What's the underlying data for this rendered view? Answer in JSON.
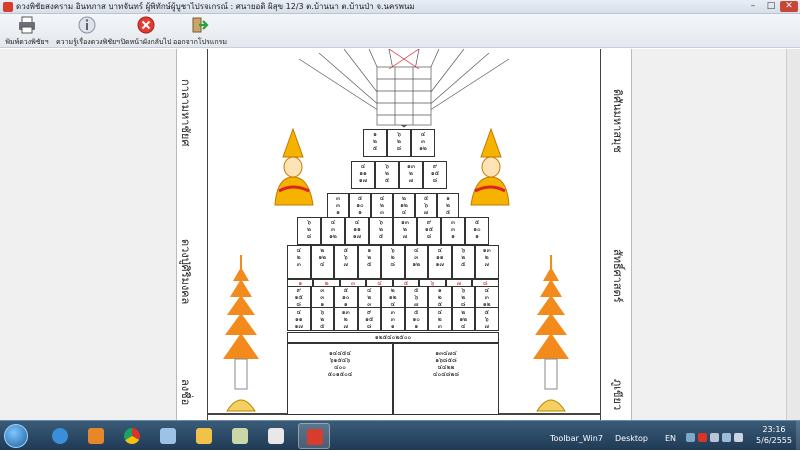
{
  "window": {
    "title": "ดวงพิชัยสงคราม อินทภาส บาทจันทร์ ผู้พิทักษ์ผู้บูชาไปรจเกรณ์ : ศนายอดิ ผิสุข     12/3 ต.บ้านนา ต.บ้านป่า จ.นครพนม",
    "min_glyph": "–",
    "max_glyph": "□",
    "close_glyph": "✕"
  },
  "toolbar": {
    "print_label": "พิมพ์ดวงพิชัยฯ",
    "info_label": "ความรู้เรื่องดวงพิชัยฯ",
    "clear_label": "ปิดหน้าผังกลับไป",
    "exit_label": "ออกจากโปรแกรม"
  },
  "document": {
    "left_top_text": "กาลามหาชัยศ",
    "left_bottom_text": "ดวงปู่ศิริมงคล",
    "right_top_text": "ดิศันมหาสมุช",
    "right_bottom_text": "สัทธิ์ศาสตร์",
    "bottom_left_text": "ลงชื่อ",
    "bottom_right_text": "ภูเขียว",
    "bottom_row_header": "๑๒๕๔๐๒๕๐๐",
    "grid": [
      {
        "lines": [
          "๑",
          "๒",
          "๕"
        ]
      },
      {
        "lines": [
          "๖",
          "๒",
          "๘"
        ]
      },
      {
        "lines": [
          "๔",
          "๓",
          "๑๒"
        ]
      },
      {
        "lines": [
          "๔",
          "๑๑",
          "๑๗"
        ]
      },
      {
        "lines": [
          "๖",
          "๒",
          "๕"
        ]
      },
      {
        "lines": [
          "๑๓",
          "๒",
          "๗"
        ]
      },
      {
        "lines": [
          "๙",
          "๑๕",
          "๘"
        ]
      },
      {
        "lines": [
          "๓",
          "๓",
          "๑"
        ]
      },
      {
        "lines": [
          "๕",
          "๑๐",
          "๑"
        ]
      },
      {
        "lines": [
          "๔",
          "๒",
          "๓"
        ]
      },
      {
        "lines": [
          "๒",
          "๑๒",
          "๔"
        ]
      },
      {
        "lines": [
          "๕",
          "๖",
          "๗"
        ]
      }
    ],
    "red_row": [
      "๑",
      "๒",
      "๓",
      "๔",
      "๕",
      "๖",
      "๗",
      "๘"
    ],
    "bottom_left_cell": [
      "๑๔๔๕๔",
      "๖๑๕๔๖",
      "๔๐๐",
      "๕๐๑๕๐๔"
    ],
    "bottom_right_cell": [
      "๑๓๔๗๔",
      "๑๖๘๕๘",
      "๔๔๒๒",
      "๔๐๔๘๒๘"
    ]
  },
  "taskbar": {
    "toolbar_label": "Toolbar_Win7",
    "desktop_label": "Desktop",
    "lang": "EN",
    "time": "23:16",
    "date": "5/6/2555"
  },
  "colors": {
    "accent_red": "#d9252b",
    "pagoda_orange": "#f28a1c",
    "deity_gold": "#f5b300"
  }
}
